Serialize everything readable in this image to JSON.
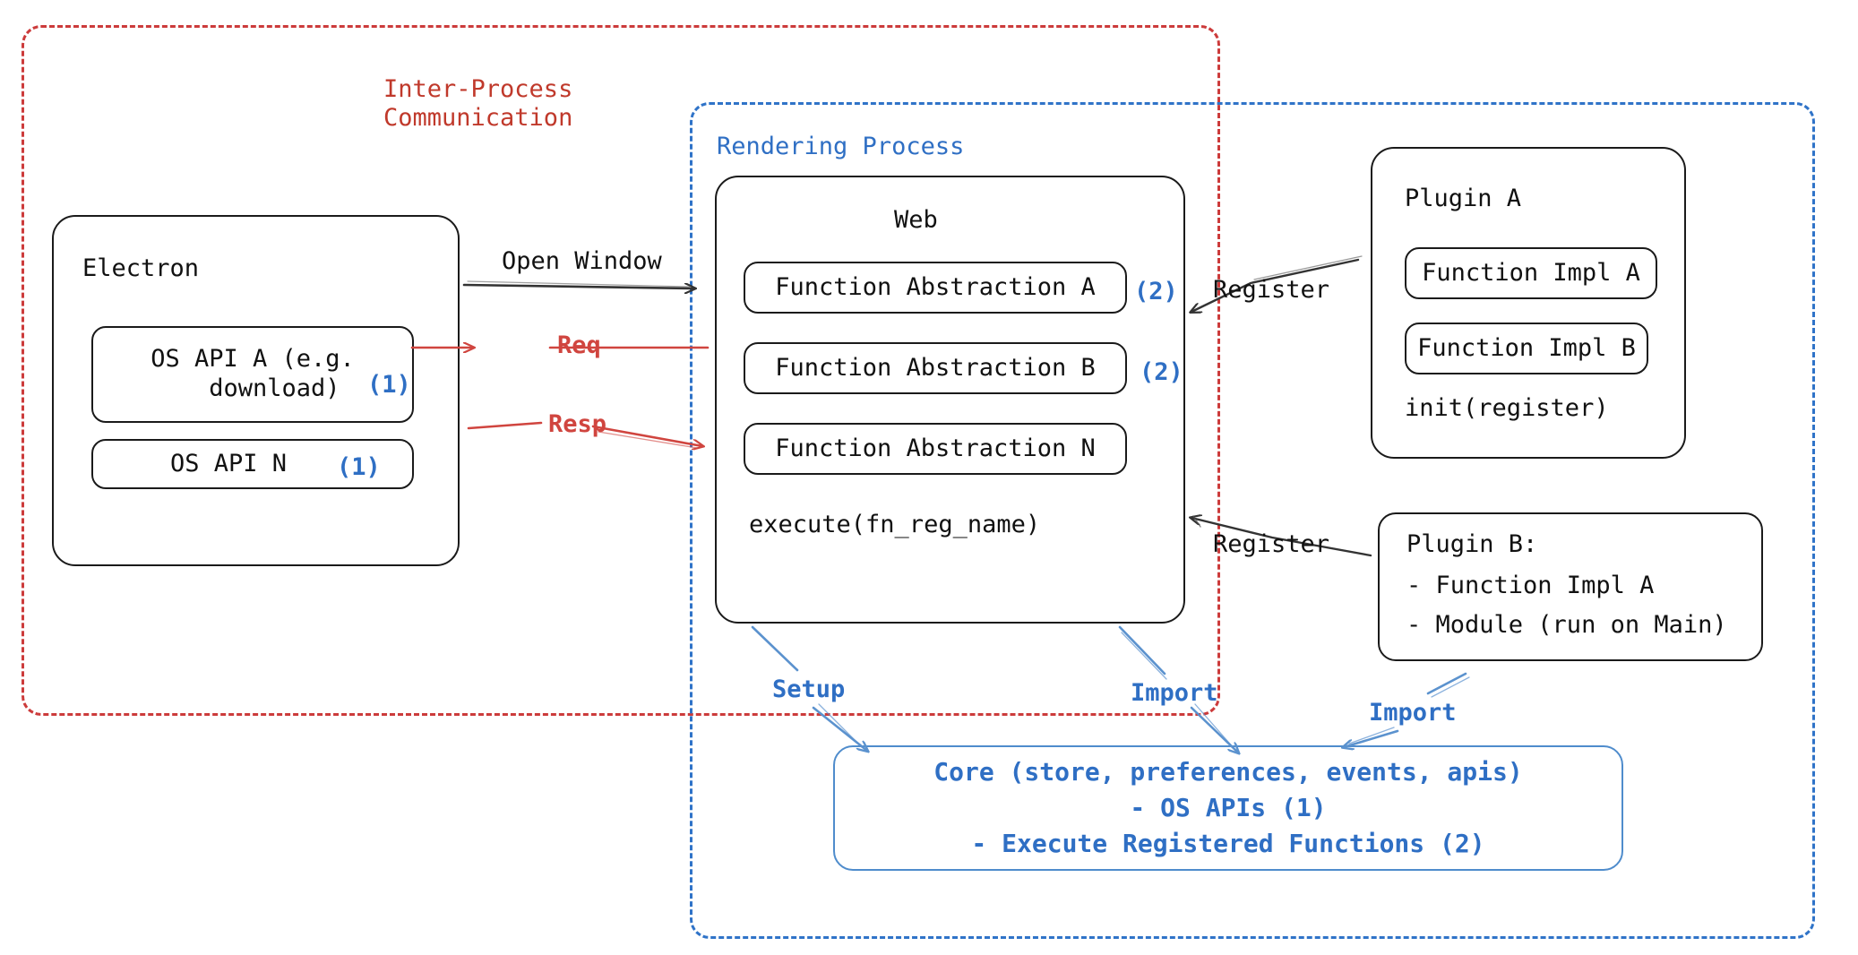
{
  "diagram": {
    "title": "Electron plugin architecture",
    "colors": {
      "ipc_red": "#c0392b",
      "render_blue": "#2f6fc4",
      "core_blue": "#4f8ccc",
      "arrow_red": "#d0453f",
      "arrow_black": "#333333",
      "box_outline": "#1a1a1a"
    }
  },
  "groups": {
    "ipc": {
      "title": "Inter-Process\nCommunication"
    },
    "rendering": {
      "title": "Rendering Process"
    }
  },
  "electron": {
    "title": "Electron",
    "apis": [
      {
        "label": "OS API A (e.g.\n   download)",
        "marker": "(1)"
      },
      {
        "label": "OS API N",
        "marker": "(1)"
      }
    ]
  },
  "web": {
    "title": "Web",
    "abstractions": [
      {
        "label": "Function Abstraction A",
        "marker": "(2)"
      },
      {
        "label": "Function Abstraction B",
        "marker": "(2)"
      },
      {
        "label": "Function Abstraction N",
        "marker": ""
      }
    ],
    "footer": "execute(fn_reg_name)"
  },
  "plugin_a": {
    "title": "Plugin A",
    "impls": [
      {
        "label": "Function Impl A"
      },
      {
        "label": "Function Impl B"
      }
    ],
    "footer": "init(register)"
  },
  "plugin_b": {
    "title": "Plugin B:",
    "lines": [
      "- Function Impl A",
      "- Module (run on Main)"
    ]
  },
  "core": {
    "lines": [
      "Core (store, preferences, events, apis)",
      "- OS APIs (1)",
      "- Execute Registered Functions (2)"
    ]
  },
  "edges": {
    "open_window": "Open Window",
    "req": "Req",
    "resp": "Resp",
    "register_a": "Register",
    "register_b": "Register",
    "setup": "Setup",
    "import_web": "Import",
    "import_plugin": "Import"
  }
}
